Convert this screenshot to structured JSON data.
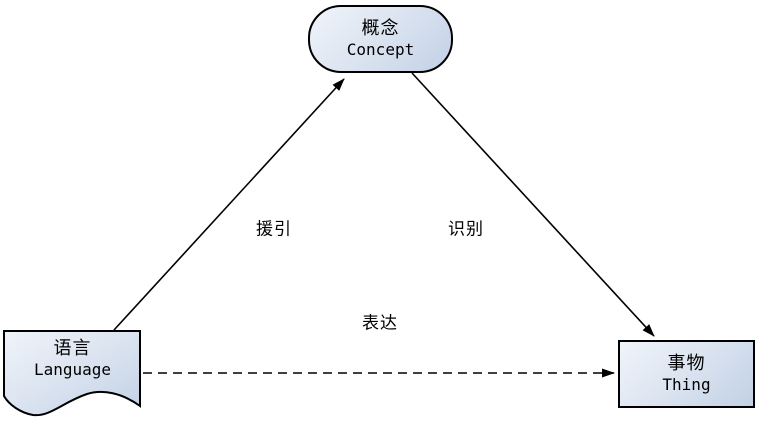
{
  "diagram": {
    "type": "semiotic-triangle",
    "background_color": "#ffffff",
    "node_border_color": "#000000",
    "node_fill_gradient": [
      "#f0f4fa",
      "#c2d1e6"
    ],
    "arrow_color": "#000000",
    "nodes": [
      {
        "id": "concept",
        "shape": "rounded-stadium",
        "label_zh": "概念",
        "label_en": "Concept",
        "position": "top-center"
      },
      {
        "id": "language",
        "shape": "document-wave",
        "label_zh": "语言",
        "label_en": "Language",
        "position": "bottom-left"
      },
      {
        "id": "thing",
        "shape": "rectangle",
        "label_zh": "事物",
        "label_en": "Thing",
        "position": "bottom-right"
      }
    ],
    "edges": [
      {
        "id": "cite",
        "from": "language",
        "to": "concept",
        "label": "援引",
        "style": "solid",
        "arrowhead": "filled-triangle"
      },
      {
        "id": "identify",
        "from": "concept",
        "to": "thing",
        "label": "识别",
        "style": "solid",
        "arrowhead": "filled-triangle"
      },
      {
        "id": "express",
        "from": "language",
        "to": "thing",
        "label": "表达",
        "style": "dashed",
        "arrowhead": "filled-triangle"
      }
    ]
  }
}
